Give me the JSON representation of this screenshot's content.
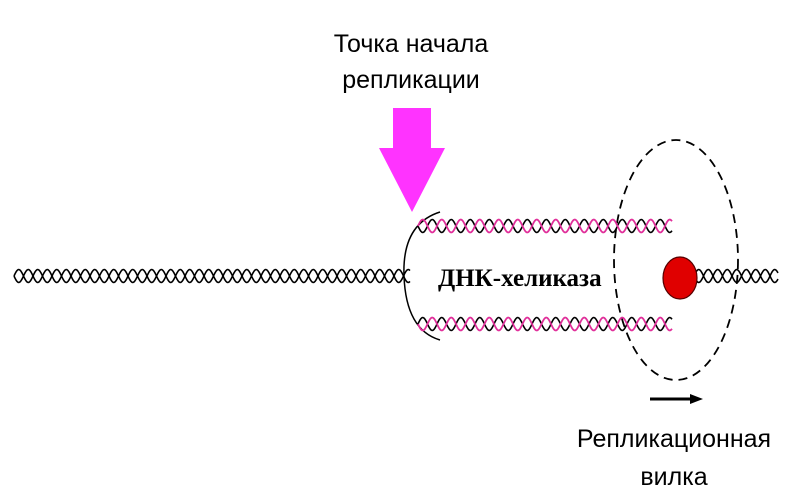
{
  "labels": {
    "origin_line1": "Точка начала",
    "origin_line2": "репликации",
    "helicase": "ДНК-хеликаза",
    "fork_line1": "Репликационная",
    "fork_line2": "вилка"
  },
  "colors": {
    "parental_strand": "#000000",
    "new_strand": "#e0309a",
    "origin_arrow": "#ff33ff",
    "helicase_dot": "#e00000",
    "outline": "#000000"
  },
  "icons": {
    "origin_marker": "down-arrow-icon",
    "direction_marker": "right-arrow-icon"
  }
}
